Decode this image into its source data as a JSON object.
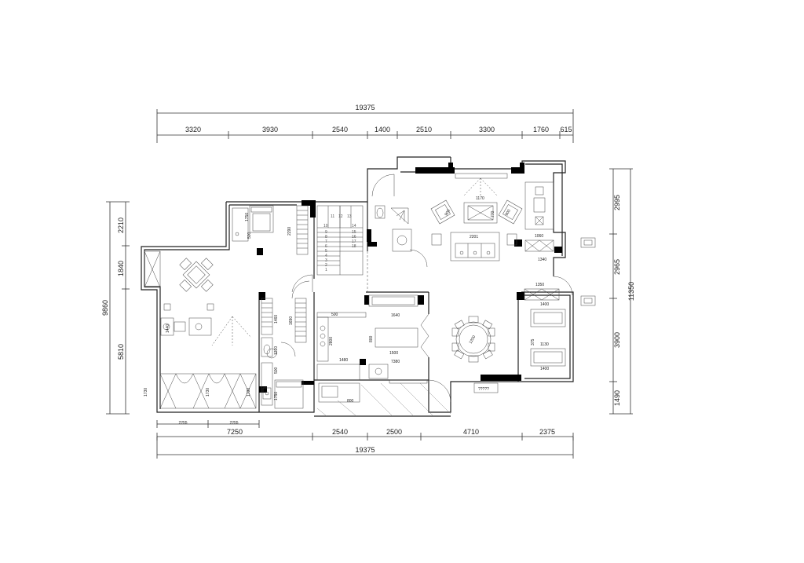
{
  "dimensions": {
    "top_total": "19375",
    "top_segments": [
      "3320",
      "3930",
      "2540",
      "1400",
      "2510",
      "3300",
      "1760",
      "615"
    ],
    "bottom_segments": [
      "7250",
      "2540",
      "2500",
      "4710",
      "2375"
    ],
    "bottom_sub_segments": [
      "2255",
      "2255"
    ],
    "bottom_total": "19375",
    "left_total": "9860",
    "left_segments": [
      "2210",
      "1840",
      "5810"
    ],
    "right_total": "11350",
    "right_segments": [
      "2995",
      "2965",
      "3900",
      "1490"
    ]
  },
  "interior_labels": {
    "living_sofa_width": "2201",
    "living_table_width": "1170",
    "living_armchair_left": "900",
    "living_armchair_right": "900",
    "living_table_depth": "770",
    "side_cabinet_width": "1060",
    "side_cabinet_long": "1340",
    "bay_width": "1350",
    "lounge_top": "1400",
    "lounge_table": "1130",
    "lounge_bottom": "1400",
    "lounge_side": "375",
    "kitchen_counter_top": "1640",
    "kitchen_island_width": "1500",
    "kitchen_island_depth": "800",
    "kitchen_depth": "2800",
    "kitchen_counter_bottom": "1480",
    "kitchen_total": "7380",
    "kitchen_side": "500",
    "dining_table": "1200",
    "wardrobe_a": "1460",
    "wardrobe_b": "1690",
    "wardrobe_top": "2290",
    "bedroom_top_a": "1750",
    "bedroom_top_b": "500",
    "left_room_chair_a": "1440",
    "left_cabinet_a": "1730",
    "left_cabinet_b": "1730",
    "left_cabinet_c": "1730",
    "bath_a": "1220",
    "bath_b": "1750",
    "bath_c": "500",
    "entry_width": "800",
    "stair_numbers": [
      "1",
      "2",
      "3",
      "4",
      "5",
      "6",
      "7",
      "8",
      "9",
      "10",
      "11",
      "12",
      "13",
      "14",
      "15",
      "16",
      "17",
      "18"
    ],
    "window_mark": "?????"
  }
}
